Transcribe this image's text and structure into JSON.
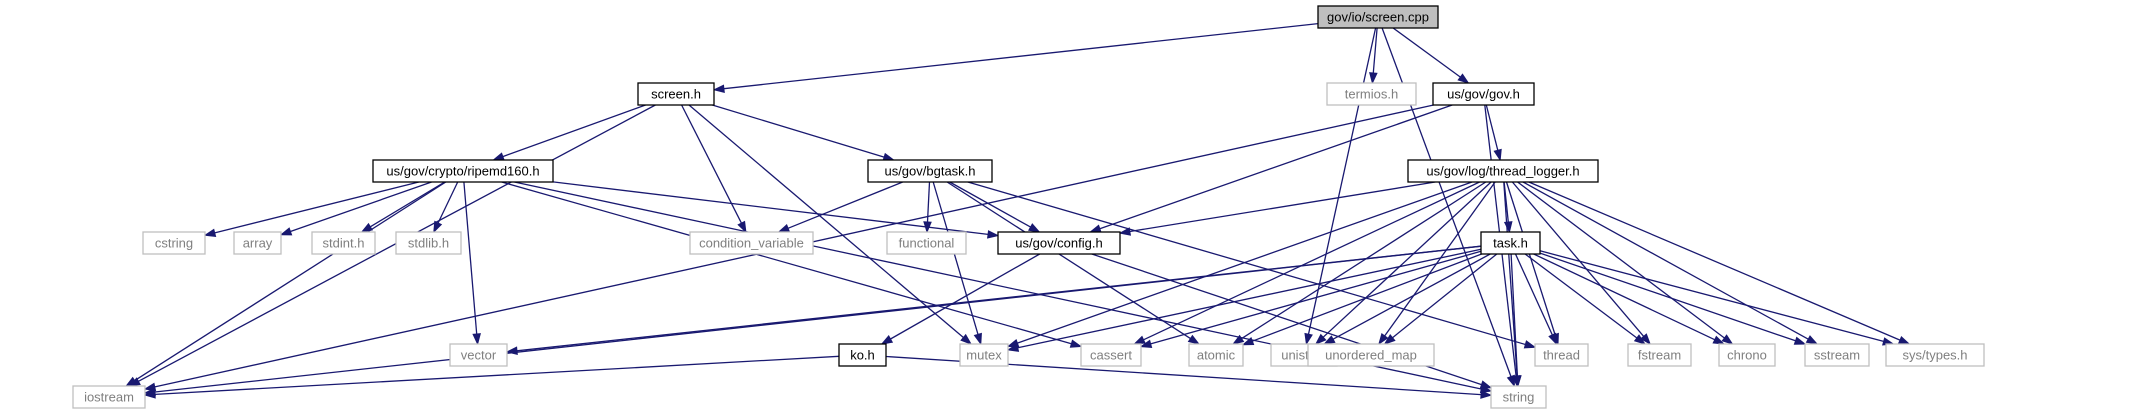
{
  "graph": {
    "root": "gov/io/screen.cpp",
    "colors": {
      "edge": "#191970",
      "root_fill": "#bfbfbf",
      "node_border": "#000000",
      "system_border": "#bfbfbf",
      "system_text": "#7f7f7f"
    },
    "nodes": [
      {
        "id": "screen_cpp",
        "label": "gov/io/screen.cpp",
        "kind": "root"
      },
      {
        "id": "screen_h",
        "label": "screen.h",
        "kind": "primary"
      },
      {
        "id": "termios_h",
        "label": "termios.h",
        "kind": "system"
      },
      {
        "id": "gov_h",
        "label": "us/gov/gov.h",
        "kind": "primary"
      },
      {
        "id": "ripemd",
        "label": "us/gov/crypto/ripemd160.h",
        "kind": "primary"
      },
      {
        "id": "bgtask",
        "label": "us/gov/bgtask.h",
        "kind": "primary"
      },
      {
        "id": "thread_logger",
        "label": "us/gov/log/thread_logger.h",
        "kind": "primary"
      },
      {
        "id": "cstring",
        "label": "cstring",
        "kind": "system"
      },
      {
        "id": "array",
        "label": "array",
        "kind": "system"
      },
      {
        "id": "stdint",
        "label": "stdint.h",
        "kind": "system"
      },
      {
        "id": "stdlib",
        "label": "stdlib.h",
        "kind": "system"
      },
      {
        "id": "condvar",
        "label": "condition_variable",
        "kind": "system"
      },
      {
        "id": "functional",
        "label": "functional",
        "kind": "system"
      },
      {
        "id": "config",
        "label": "us/gov/config.h",
        "kind": "primary"
      },
      {
        "id": "task_h",
        "label": "task.h",
        "kind": "primary"
      },
      {
        "id": "vector",
        "label": "vector",
        "kind": "system"
      },
      {
        "id": "ko_h",
        "label": "ko.h",
        "kind": "primary"
      },
      {
        "id": "mutex",
        "label": "mutex",
        "kind": "system"
      },
      {
        "id": "cassert",
        "label": "cassert",
        "kind": "system"
      },
      {
        "id": "atomic",
        "label": "atomic",
        "kind": "system"
      },
      {
        "id": "unistd",
        "label": "unistd.h",
        "kind": "system"
      },
      {
        "id": "unordered_map",
        "label": "unordered_map",
        "kind": "system"
      },
      {
        "id": "thread",
        "label": "thread",
        "kind": "system"
      },
      {
        "id": "fstream",
        "label": "fstream",
        "kind": "system"
      },
      {
        "id": "chrono",
        "label": "chrono",
        "kind": "system"
      },
      {
        "id": "sstream",
        "label": "sstream",
        "kind": "system"
      },
      {
        "id": "systypes",
        "label": "sys/types.h",
        "kind": "system"
      },
      {
        "id": "iostream",
        "label": "iostream",
        "kind": "system"
      },
      {
        "id": "string",
        "label": "string",
        "kind": "system"
      }
    ],
    "edges": [
      [
        "screen_cpp",
        "screen_h"
      ],
      [
        "screen_cpp",
        "termios_h"
      ],
      [
        "screen_cpp",
        "gov_h"
      ],
      [
        "screen_cpp",
        "unistd"
      ],
      [
        "screen_cpp",
        "string"
      ],
      [
        "screen_h",
        "ripemd"
      ],
      [
        "screen_h",
        "bgtask"
      ],
      [
        "screen_h",
        "condvar"
      ],
      [
        "screen_h",
        "mutex"
      ],
      [
        "screen_h",
        "iostream"
      ],
      [
        "gov_h",
        "thread_logger"
      ],
      [
        "gov_h",
        "config"
      ],
      [
        "gov_h",
        "iostream"
      ],
      [
        "gov_h",
        "string"
      ],
      [
        "ripemd",
        "cstring"
      ],
      [
        "ripemd",
        "array"
      ],
      [
        "ripemd",
        "stdint"
      ],
      [
        "ripemd",
        "stdlib"
      ],
      [
        "ripemd",
        "vector"
      ],
      [
        "ripemd",
        "config"
      ],
      [
        "ripemd",
        "cassert"
      ],
      [
        "ripemd",
        "iostream"
      ],
      [
        "ripemd",
        "string"
      ],
      [
        "bgtask",
        "condvar"
      ],
      [
        "bgtask",
        "functional"
      ],
      [
        "bgtask",
        "config"
      ],
      [
        "bgtask",
        "mutex"
      ],
      [
        "bgtask",
        "atomic"
      ],
      [
        "bgtask",
        "thread"
      ],
      [
        "thread_logger",
        "config"
      ],
      [
        "thread_logger",
        "task_h"
      ],
      [
        "thread_logger",
        "mutex"
      ],
      [
        "thread_logger",
        "cassert"
      ],
      [
        "thread_logger",
        "atomic"
      ],
      [
        "thread_logger",
        "unistd"
      ],
      [
        "thread_logger",
        "unordered_map"
      ],
      [
        "thread_logger",
        "thread"
      ],
      [
        "thread_logger",
        "fstream"
      ],
      [
        "thread_logger",
        "chrono"
      ],
      [
        "thread_logger",
        "sstream"
      ],
      [
        "thread_logger",
        "systypes"
      ],
      [
        "thread_logger",
        "string"
      ],
      [
        "config",
        "ko_h"
      ],
      [
        "config",
        "string"
      ],
      [
        "task_h",
        "vector"
      ],
      [
        "task_h",
        "mutex"
      ],
      [
        "task_h",
        "cassert"
      ],
      [
        "task_h",
        "atomic"
      ],
      [
        "task_h",
        "unistd"
      ],
      [
        "task_h",
        "unordered_map"
      ],
      [
        "task_h",
        "thread"
      ],
      [
        "task_h",
        "fstream"
      ],
      [
        "task_h",
        "chrono"
      ],
      [
        "task_h",
        "sstream"
      ],
      [
        "task_h",
        "systypes"
      ],
      [
        "task_h",
        "iostream"
      ],
      [
        "task_h",
        "string"
      ],
      [
        "ko_h",
        "iostream"
      ],
      [
        "ko_h",
        "string"
      ]
    ]
  }
}
